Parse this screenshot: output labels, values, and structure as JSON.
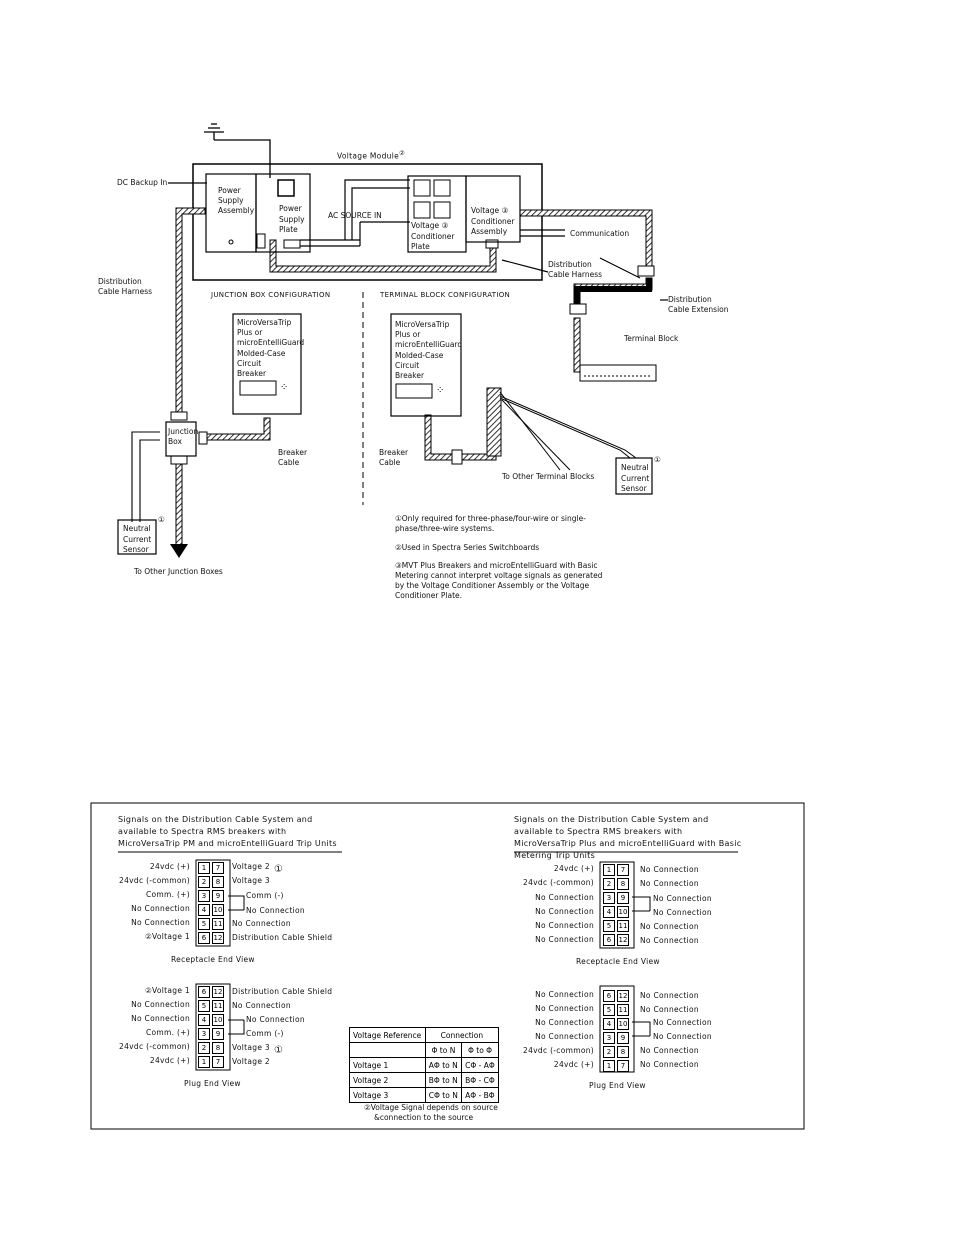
{
  "top_diagram": {
    "voltage_module": "Voltage Module",
    "voltage_module_note": "②",
    "dc_backup_in": "DC Backup In",
    "power_supply_assembly": [
      "Power",
      "Supply",
      "Assembly"
    ],
    "power_supply_plate": [
      "Power",
      "Supply",
      "Plate"
    ],
    "ac_source_in": "AC SOURCE IN",
    "voltage_conditioner_plate": [
      "Voltage ③",
      "Conditioner",
      "Plate"
    ],
    "voltage_conditioner_assembly": [
      "Voltage ③",
      "Conditioner",
      "Assembly"
    ],
    "communication": "Communication",
    "distribution_cable_harness_left": [
      "Distribution",
      "Cable Harness"
    ],
    "distribution_cable_harness_right": [
      "Distribution",
      "Cable Harness"
    ],
    "distribution_cable_extension": [
      "Distribution",
      "Cable Extension"
    ],
    "junction_box_configuration": "Junction Box Configuration",
    "terminal_block_configuration": "Terminal Block configuration",
    "terminal_block": "Terminal Block",
    "breaker_left": [
      "MicroVersaTrip",
      "Plus or",
      "microEntelliGuard",
      "Molded-Case",
      "Circuit",
      "Breaker"
    ],
    "breaker_right": [
      "MicroVersaTrip",
      "Plus or",
      "microEntelliGuard",
      "Molded-Case",
      "Circuit",
      "Breaker"
    ],
    "junction_box": [
      "Junction",
      "Box"
    ],
    "breaker_cable_left": [
      "Breaker",
      "Cable"
    ],
    "breaker_cable_right": [
      "Breaker",
      "Cable"
    ],
    "to_other_terminal_blocks": "To Other Terminal Blocks",
    "neutral_current_sensor_left": [
      "Neutral",
      "Current",
      "Sensor"
    ],
    "neutral_current_sensor_right": [
      "Neutral",
      "Current",
      "Sensor"
    ],
    "sensor_note": "①",
    "to_other_junction_boxes": "To Other Junction Boxes"
  },
  "notes": [
    {
      "mark": "①",
      "text": "Only required for three-phase/four-wire or single-phase/three-wire systems."
    },
    {
      "mark": "②",
      "text": "Used in Spectra Series Switchboards"
    },
    {
      "mark": "③",
      "text": "MVT Plus Breakers and microEntelliGuard with Basic Metering cannot interpret voltage signals as generated by the Voltage Conditioner Assembly or the Voltage Conditioner Plate."
    }
  ],
  "left_panel": {
    "title": "Signals on the Distribution Cable System and available to Spectra RMS breakers with MicroVersaTrip PM and microEntelliGuard Trip Units",
    "receptacle": {
      "rows": [
        {
          "left": "24vdc (+)",
          "a": "1",
          "b": "7",
          "right": "Voltage 2"
        },
        {
          "left": "24vdc (-common)",
          "a": "2",
          "b": "8",
          "right": "Voltage 3"
        },
        {
          "left": "Comm. (+)",
          "a": "3",
          "b": "9",
          "right": "Comm (-)"
        },
        {
          "left": "No Connection",
          "a": "4",
          "b": "10",
          "right": "No Connection"
        },
        {
          "left": "No Connection",
          "a": "5",
          "b": "11",
          "right": "No Connection"
        },
        {
          "left": "②Voltage 1",
          "a": "6",
          "b": "12",
          "right": "Distribution Cable Shield"
        }
      ],
      "label": "Receptacle End View"
    },
    "plug": {
      "rows": [
        {
          "left": "②Voltage 1",
          "a": "6",
          "b": "12",
          "right": "Distribution Cable Shield"
        },
        {
          "left": "No Connection",
          "a": "5",
          "b": "11",
          "right": "No Connection"
        },
        {
          "left": "No Connection",
          "a": "4",
          "b": "10",
          "right": "No Connection"
        },
        {
          "left": "Comm. (+)",
          "a": "3",
          "b": "9",
          "right": "Comm (-)"
        },
        {
          "left": "24vdc (-common)",
          "a": "2",
          "b": "8",
          "right": "Voltage 3"
        },
        {
          "left": "24vdc (+)",
          "a": "1",
          "b": "7",
          "right": "Voltage 2"
        }
      ],
      "label": "Plug End View"
    },
    "mark": "①"
  },
  "voltage_table": {
    "col1_header": "Voltage Reference",
    "col2_header": "Connection",
    "sub_a": "Φ to N",
    "sub_b": "Φ to Φ",
    "rows": [
      {
        "name": "Voltage 1",
        "a": "AΦ to N",
        "b": "CΦ - AΦ"
      },
      {
        "name": "Voltage 2",
        "a": "BΦ to N",
        "b": "BΦ - CΦ"
      },
      {
        "name": "Voltage 3",
        "a": "CΦ to N",
        "b": "AΦ - BΦ"
      }
    ],
    "note": [
      "②Voltage Signal depends on source",
      "&connection to the source"
    ]
  },
  "right_panel": {
    "title": "Signals on the Distribution Cable System and available to Spectra RMS breakers with MicroVersaTrip Plus and microEntelliGuard with Basic Metering Trip Units",
    "receptacle": {
      "rows": [
        {
          "left": "24vdc (+)",
          "a": "1",
          "b": "7",
          "right": "No Connection"
        },
        {
          "left": "24vdc (-common)",
          "a": "2",
          "b": "8",
          "right": "No Connection"
        },
        {
          "left": "No Connection",
          "a": "3",
          "b": "9",
          "right": "No Connection"
        },
        {
          "left": "No Connection",
          "a": "4",
          "b": "10",
          "right": "No Connection"
        },
        {
          "left": "No Connection",
          "a": "5",
          "b": "11",
          "right": "No Connection"
        },
        {
          "left": "No Connection",
          "a": "6",
          "b": "12",
          "right": "No Connection"
        }
      ],
      "label": "Receptacle End View"
    },
    "plug": {
      "rows": [
        {
          "left": "No Connection",
          "a": "6",
          "b": "12",
          "right": "No Connection"
        },
        {
          "left": "No Connection",
          "a": "5",
          "b": "11",
          "right": "No Connection"
        },
        {
          "left": "No Connection",
          "a": "4",
          "b": "10",
          "right": "No Connection"
        },
        {
          "left": "No Connection",
          "a": "3",
          "b": "9",
          "right": "No Connection"
        },
        {
          "left": "24vdc (-common)",
          "a": "2",
          "b": "8",
          "right": "No Connection"
        },
        {
          "left": "24vdc (+)",
          "a": "1",
          "b": "7",
          "right": "No Connection"
        }
      ],
      "label": "Plug End View"
    }
  }
}
